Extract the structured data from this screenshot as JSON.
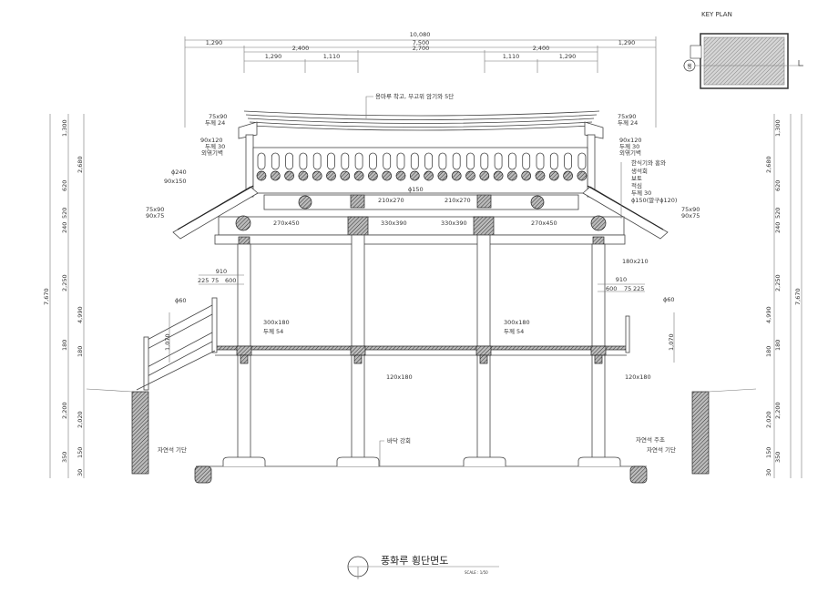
{
  "top_dims": {
    "total": "10,080",
    "row2": [
      "1,290",
      "7,500",
      "1,290"
    ],
    "row3": [
      "2,400",
      "2,700",
      "2,400"
    ],
    "row4": [
      "1,290",
      "1,110",
      "1,110",
      "1,290"
    ]
  },
  "key_plan": {
    "title": "KEY PLAN",
    "marker": "횡"
  },
  "roof_labels": {
    "ridge_note": "용마루 착고, 부고위 암기와 5단",
    "left": {
      "a": "75x90",
      "b": "두께 24",
      "c": "90x120",
      "d": "두께 30",
      "e": "외엮기벽",
      "f": "ϕ240",
      "g": "90x150",
      "h": "75x90",
      "i": "90x75"
    },
    "right": {
      "a": "75x90",
      "b": "두께 24",
      "c": "90x120",
      "d": "두께 30",
      "e": "외엮기벽",
      "h": "75x90",
      "i": "90x75"
    },
    "right_layers": [
      "한식기와 홍와",
      "생석회",
      "보토",
      "적심",
      "두께 30",
      "ϕ150(말구ϕ120)"
    ],
    "phi150": "ϕ150",
    "beam_upper": [
      "210x270",
      "210x270"
    ],
    "beam_lower": [
      "330x390",
      "330x390"
    ],
    "span": [
      "270x450",
      "270x450"
    ],
    "lintel": "180x210"
  },
  "floor_labels": {
    "left": {
      "w": "910",
      "a": "225",
      "b": "75",
      "c": "600",
      "rail": "ϕ60",
      "h": "1,070",
      "beam": "300x180",
      "thick": "두께 54",
      "joist": "120x180"
    },
    "right": {
      "w": "910",
      "a": "600",
      "b": "75",
      "c": "225",
      "rail": "ϕ60",
      "h": "1,070",
      "beam": "300x180",
      "thick": "두께 54",
      "joist": "120x180"
    }
  },
  "ground_labels": {
    "floor": "바닥 강회",
    "base_stone": "자연석 주초",
    "platform_left": "자연석 기단",
    "platform_right": "자연석 기단"
  },
  "left_dims": {
    "c1": [
      "1,300",
      "620",
      "520",
      "240",
      "2,250",
      "180",
      "2,200",
      "350"
    ],
    "c2": [
      "2,680",
      "4,990",
      "180",
      "2,020",
      "150",
      "30"
    ],
    "total": "7,670"
  },
  "right_dims": {
    "c1": [
      "1,300",
      "620",
      "520",
      "240",
      "2,250",
      "180",
      "2,200",
      "350"
    ],
    "c2": [
      "2,680",
      "4,990",
      "180",
      "2,020",
      "150",
      "30"
    ],
    "total": "7,670"
  },
  "title": {
    "name": "풍화루 횡단면도",
    "scale": "SCALE : 1/50"
  }
}
